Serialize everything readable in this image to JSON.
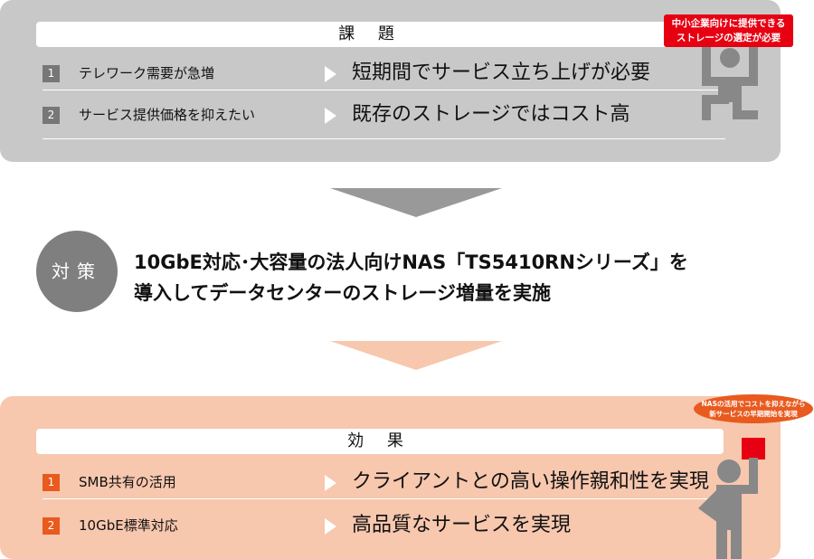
{
  "issue": {
    "title": "課 題",
    "callout": [
      "中小企業向けに提供できる",
      "ストレージの選定が必要"
    ],
    "rows": [
      {
        "num": "1",
        "label": "テレワーク需要が急増",
        "result": "短期間でサービス立ち上げが必要"
      },
      {
        "num": "2",
        "label": "サービス提供価格を抑えたい",
        "result": "既存のストレージではコスト高"
      }
    ]
  },
  "measure": {
    "badge": "対策",
    "lines": [
      "10GbE対応･大容量の法人向けNAS「TS5410RNシリーズ」を",
      "導入してデータセンターのストレージ増量を実施"
    ]
  },
  "effect": {
    "title": "効 果",
    "callout": [
      "NASの活用でコストを抑えながら",
      "新サービスの早期開始を実現"
    ],
    "rows": [
      {
        "num": "1",
        "label": "SMB共有の活用",
        "result": "クライアントとの高い操作親和性を実現"
      },
      {
        "num": "2",
        "label": "10GbE標準対応",
        "result": "高品質なサービスを実現"
      }
    ]
  },
  "colors": {
    "gray": "#c8c8c8",
    "orange": "#e85a1e",
    "peach": "#f7c7ae",
    "red": "#e60012"
  }
}
